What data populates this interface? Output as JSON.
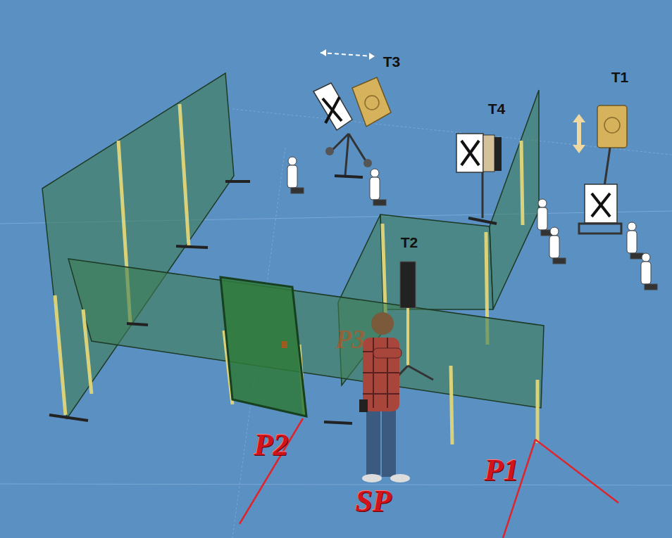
{
  "diagram": {
    "labels": [
      "T3",
      "T4",
      "T1",
      "T2",
      "P3",
      "P2",
      "SP",
      "P1"
    ]
  }
}
